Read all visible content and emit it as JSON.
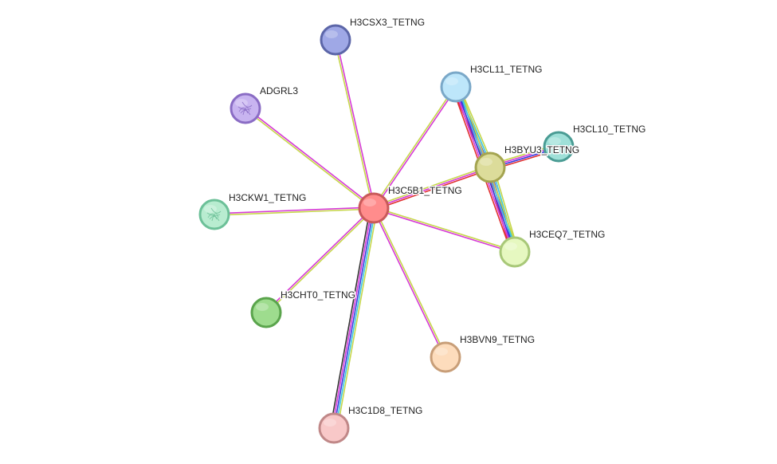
{
  "network": {
    "nodes": [
      {
        "id": "H3C5B1_TETNG",
        "label": "H3C5B1_TETNG",
        "fill": "#ff8c8c",
        "stroke": "#c85a5a",
        "icon": "none"
      },
      {
        "id": "H3CSX3_TETNG",
        "label": "H3CSX3_TETNG",
        "fill": "#9fa8e6",
        "stroke": "#5c66a8",
        "icon": "none"
      },
      {
        "id": "ADGRL3",
        "label": "ADGRL3",
        "fill": "#c8b4f0",
        "stroke": "#8a6cc4",
        "icon": "protein-structure-icon"
      },
      {
        "id": "H3CL11_TETNG",
        "label": "H3CL11_TETNG",
        "fill": "#bde6fa",
        "stroke": "#7aa8c8",
        "icon": "none"
      },
      {
        "id": "H3CL10_TETNG",
        "label": "H3CL10_TETNG",
        "fill": "#9fe0d8",
        "stroke": "#4a9c94",
        "icon": "none"
      },
      {
        "id": "H3BYU3_TETNG",
        "label": "H3BYU3_TETNG",
        "fill": "#dcdc9a",
        "stroke": "#a4a450",
        "icon": "none"
      },
      {
        "id": "H3CKW1_TETNG",
        "label": "H3CKW1_TETNG",
        "fill": "#b8ecd0",
        "stroke": "#6cc098",
        "icon": "protein-structure-icon"
      },
      {
        "id": "H3CEQ7_TETNG",
        "label": "H3CEQ7_TETNG",
        "fill": "#e6f8c0",
        "stroke": "#a8c878",
        "icon": "none"
      },
      {
        "id": "H3CHT0_TETNG",
        "label": "H3CHT0_TETNG",
        "fill": "#9edc8e",
        "stroke": "#5aa44c",
        "icon": "none"
      },
      {
        "id": "H3BVN9_TETNG",
        "label": "H3BVN9_TETNG",
        "fill": "#fddcbc",
        "stroke": "#c89e78",
        "icon": "none"
      },
      {
        "id": "H3C1D8_TETNG",
        "label": "H3C1D8_TETNG",
        "fill": "#f8c8c8",
        "stroke": "#c08888",
        "icon": "none"
      }
    ],
    "edges": [
      {
        "source": "H3C5B1_TETNG",
        "target": "H3CSX3_TETNG",
        "colors": [
          "#c6d64a",
          "#d63ad6"
        ]
      },
      {
        "source": "H3C5B1_TETNG",
        "target": "ADGRL3",
        "colors": [
          "#c6d64a",
          "#d63ad6"
        ]
      },
      {
        "source": "H3C5B1_TETNG",
        "target": "H3CL11_TETNG",
        "colors": [
          "#c6d64a",
          "#d63ad6"
        ]
      },
      {
        "source": "H3C5B1_TETNG",
        "target": "H3BYU3_TETNG",
        "colors": [
          "#c6d64a",
          "#d63ad6",
          "#e03030"
        ]
      },
      {
        "source": "H3C5B1_TETNG",
        "target": "H3CKW1_TETNG",
        "colors": [
          "#c6d64a",
          "#d63ad6"
        ]
      },
      {
        "source": "H3C5B1_TETNG",
        "target": "H3CEQ7_TETNG",
        "colors": [
          "#c6d64a",
          "#d63ad6"
        ]
      },
      {
        "source": "H3C5B1_TETNG",
        "target": "H3CHT0_TETNG",
        "colors": [
          "#c6d64a",
          "#d63ad6"
        ]
      },
      {
        "source": "H3C5B1_TETNG",
        "target": "H3BVN9_TETNG",
        "colors": [
          "#c6d64a",
          "#d63ad6"
        ]
      },
      {
        "source": "H3C5B1_TETNG",
        "target": "H3C1D8_TETNG",
        "colors": [
          "#c6d64a",
          "#3cc8dc",
          "#3a3ae0",
          "#d63ad6",
          "#333333"
        ]
      },
      {
        "source": "H3CL11_TETNG",
        "target": "H3BYU3_TETNG",
        "colors": [
          "#c6d64a",
          "#3cc8dc",
          "#3a3ae0",
          "#d63ad6",
          "#e03030"
        ]
      },
      {
        "source": "H3BYU3_TETNG",
        "target": "H3CEQ7_TETNG",
        "colors": [
          "#c6d64a",
          "#3cc8dc",
          "#3a3ae0",
          "#d63ad6",
          "#e03030"
        ]
      },
      {
        "source": "H3BYU3_TETNG",
        "target": "H3CL10_TETNG",
        "colors": [
          "#c6d64a",
          "#d63ad6",
          "#3a3ae0",
          "#e03030"
        ]
      },
      {
        "source": "H3CL11_TETNG",
        "target": "H3CEQ7_TETNG",
        "colors": [
          "#c6d64a",
          "#3cc8dc",
          "#3a3ae0",
          "#d63ad6",
          "#e03030"
        ]
      }
    ]
  }
}
